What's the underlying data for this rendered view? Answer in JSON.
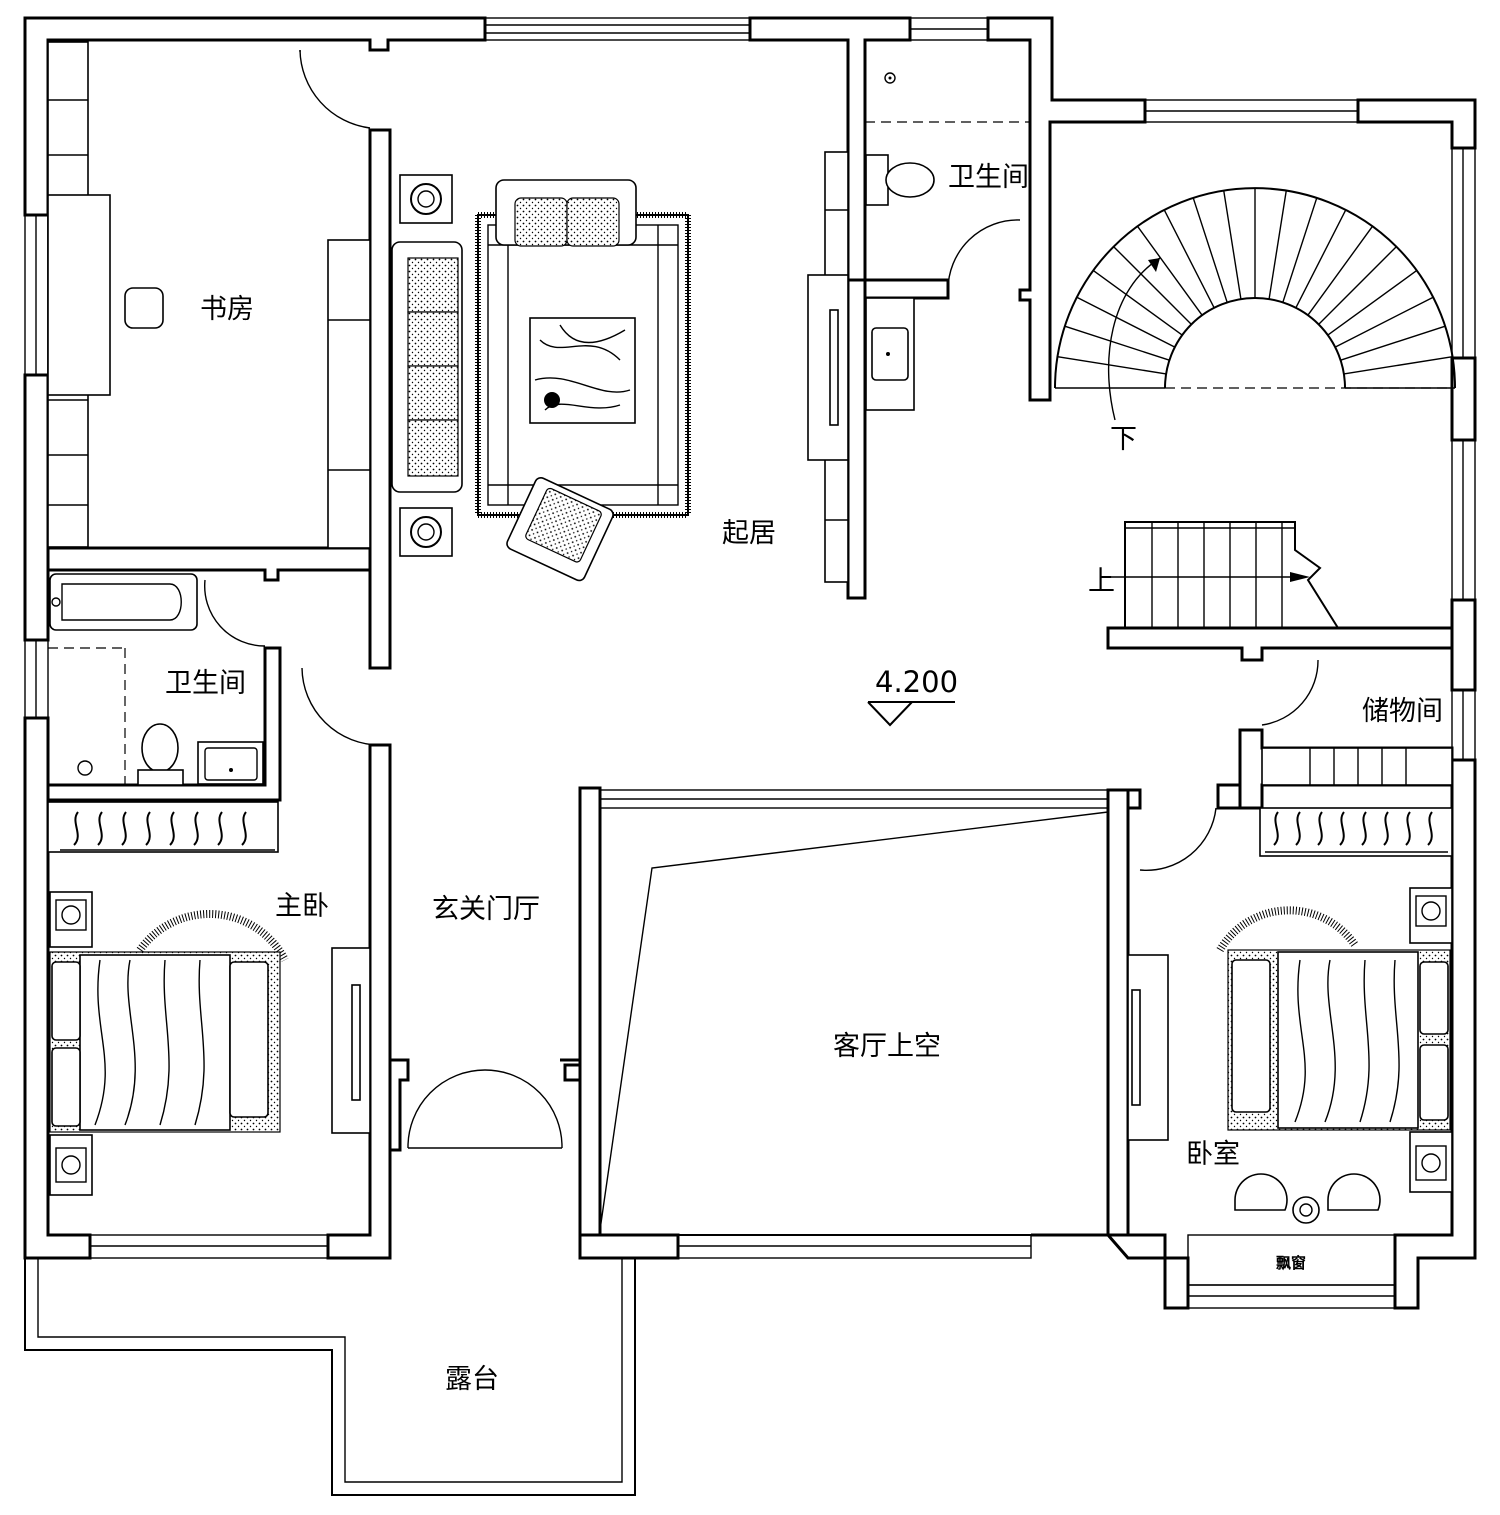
{
  "rooms": {
    "study": "书房",
    "living": "起居",
    "bath_top": "卫生间",
    "bath_left": "卫生间",
    "storage": "储物间",
    "master_bedroom": "主卧",
    "foyer": "玄关门厅",
    "living_void": "客厅上空",
    "bedroom": "卧室",
    "bay_window": "飘窗",
    "terrace": "露台"
  },
  "stairs": {
    "down": "下",
    "up": "上"
  },
  "elevation": "4.200"
}
